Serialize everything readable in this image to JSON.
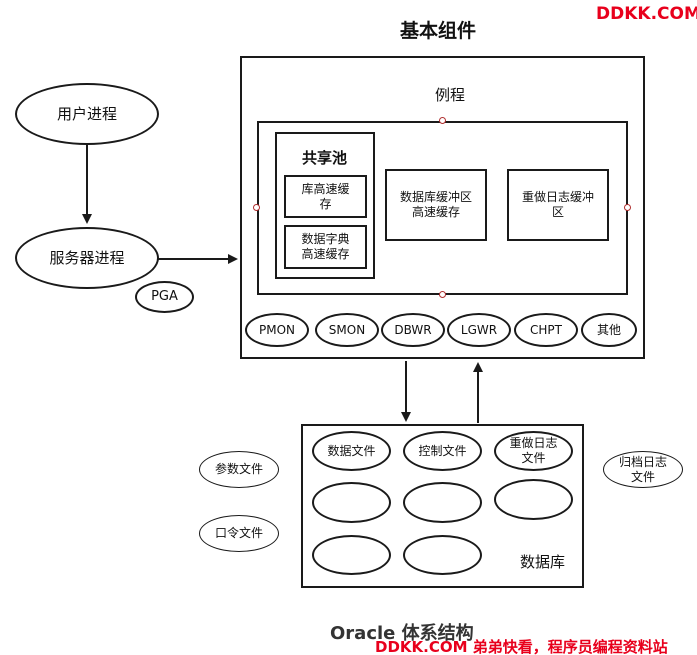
{
  "watermark": {
    "top": "DDKK.COM",
    "bottom": "DDKK.COM 弟弟快看，程序员编程资料站",
    "color": "#e8001c"
  },
  "title": "基本组件",
  "caption": "Oracle 体系结构",
  "processes": {
    "user": "用户进程",
    "server": "服务器进程",
    "pga": "PGA"
  },
  "instance": {
    "label": "例程",
    "shared_pool": {
      "label": "共享池",
      "library_cache": "库高速缓\n存",
      "dict_cache": "数据字典\n高速缓存"
    },
    "db_buffer_cache": "数据库缓冲区\n高速缓存",
    "redo_log_buffer": "重做日志缓冲\n区",
    "background": [
      "PMON",
      "SMON",
      "DBWR",
      "LGWR",
      "CHPT",
      "其他"
    ]
  },
  "database": {
    "label": "数据库",
    "files": [
      "数据文件",
      "控制文件",
      "重做日志\n文件"
    ]
  },
  "external_files": {
    "parameter": "参数文件",
    "password": "口令文件",
    "archive": "归档日志\n文件"
  }
}
